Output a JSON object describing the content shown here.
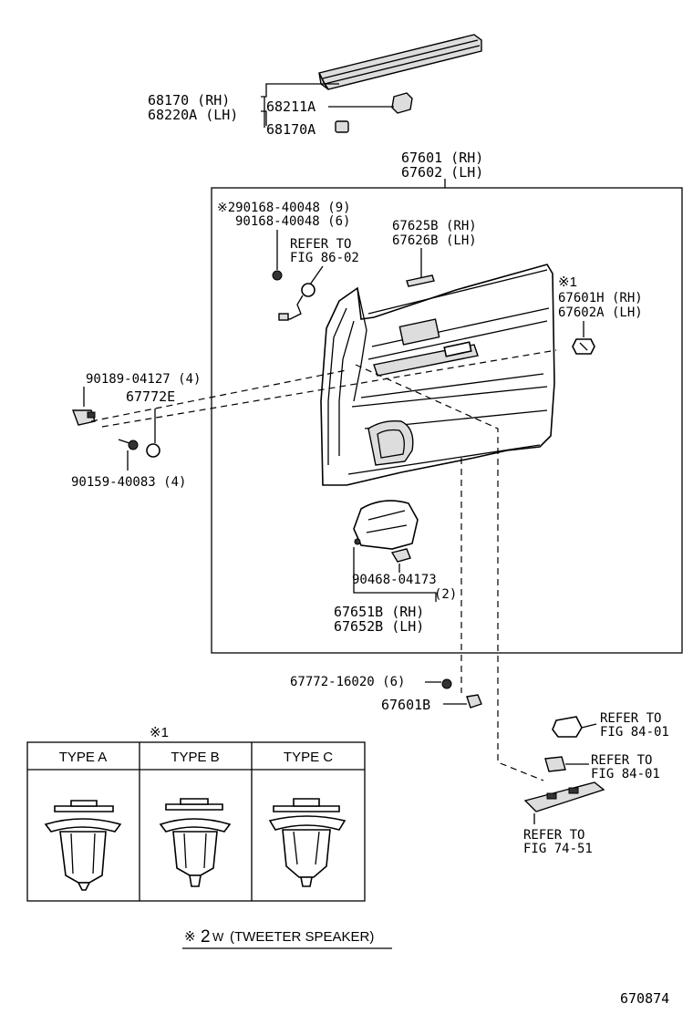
{
  "labels": {
    "l68170": "68170  (RH)",
    "l68220a": "68220A (LH)",
    "l68211a": "68211A",
    "l68170a": "68170A",
    "l67601": "67601 (RH)",
    "l67602": "67602 (LH)",
    "l290168": "※290168-40048 (9)",
    "l90168": "90168-40048 (6)",
    "lrefer86a": "REFER TO",
    "lrefer86b": "FIG 86-02",
    "l67625b": "67625B (RH)",
    "l67626b": "67626B (LH)",
    "lmark1": "※1",
    "l67601h": "67601H (RH)",
    "l67602a": "67602A (LH)",
    "l90189": "90189-04127 (4)",
    "l67772e": "67772E",
    "l90159": "90159-40083 (4)",
    "l90468": "90468-04173",
    "l90468q": "(2)",
    "l67651b": "67651B (RH)",
    "l67652b": "67652B (LH)",
    "l67772": "67772-16020 (6)",
    "l67601b": "67601B",
    "lrefer84a1": "REFER TO",
    "lrefer84a2": "FIG 84-01",
    "lrefer84b1": "REFER TO",
    "lrefer84b2": "FIG 84-01",
    "lrefer74a": "REFER TO",
    "lrefer74b": "FIG 74-51"
  },
  "type_table": {
    "title": "※1",
    "columns": [
      "TYPE A",
      "TYPE B",
      "TYPE C"
    ]
  },
  "footnote": {
    "mark": "※",
    "big": "2",
    "suffix": "W",
    "text": "(TWEETER SPEAKER)"
  },
  "diagram_id": "670874"
}
